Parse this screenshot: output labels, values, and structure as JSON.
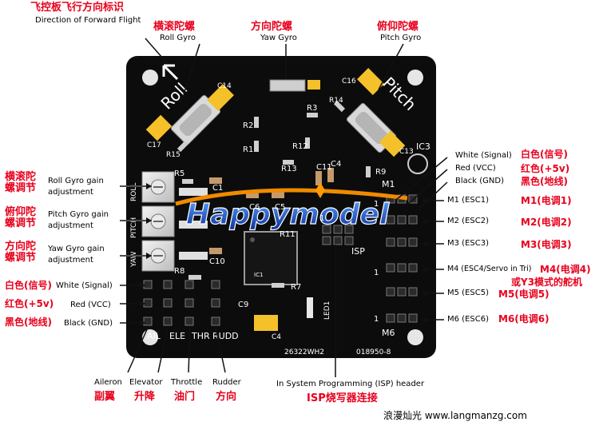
{
  "top": {
    "forward_cn": "飞控板飞行方向标识",
    "forward_en": "Direction of Forward Flight",
    "roll_cn": "横滚陀螺",
    "roll_en": "Roll Gyro",
    "yaw_cn": "方向陀螺",
    "yaw_en": "Yaw Gyro",
    "pitch_cn": "俯仰陀螺",
    "pitch_en": "Pitch Gyro"
  },
  "left": {
    "roll_adj_cn": "横滚陀\n螺调节",
    "roll_adj_en": "Roll Gyro gain\nadjustment",
    "pitch_adj_cn": "俯仰陀\n螺调节",
    "pitch_adj_en": "Pitch Gyro gain\nadjustment",
    "yaw_adj_cn": "方向陀\n螺调节",
    "yaw_adj_en": "Yaw Gyro gain\nadjustment",
    "white_cn": "白色(信号)",
    "white_en": "White (Signal)",
    "red_cn": "红色(+5v)",
    "red_en": "Red (VCC)",
    "black_cn": "黑色(地线)",
    "black_en": "Black (GND)"
  },
  "right": {
    "white_en": "White (Signal)",
    "white_cn": "白色(信号)",
    "red_en": "Red (VCC)",
    "red_cn": "红色(+5v)",
    "black_en": "Black (GND)",
    "black_cn": "黑色(地线)",
    "m1_en": "M1 (ESC1)",
    "m1_cn": "M1(电调1)",
    "m2_en": "M2 (ESC2)",
    "m2_cn": "M2(电调2)",
    "m3_en": "M3 (ESC3)",
    "m3_cn": "M3(电调3)",
    "m4_en": "M4 (ESC4/Servo in Tri)",
    "m4_cn": "M4(电调4)",
    "m4_cn2": "或Y3模式的舵机",
    "m5_en": "M5 (ESC5)",
    "m5_cn": "M5(电调5)",
    "m6_en": "M6 (ESC6)",
    "m6_cn": "M6(电调6)"
  },
  "bottom": {
    "aileron_en": "Aileron",
    "aileron_cn": "副翼",
    "elevator_en": "Elevator",
    "elevator_cn": "升降",
    "throttle_en": "Throttle",
    "throttle_cn": "油门",
    "rudder_en": "Rudder",
    "rudder_cn": "方向",
    "isp_en": "In System Programming (ISP) header",
    "isp_cn": "ISP烧写器连接"
  },
  "board": {
    "brand": "Happymodel",
    "roll_silk": "Roll",
    "pitch_silk": "Pitch",
    "pot_roll": "ROLL",
    "pot_pitch": "PITCH",
    "pot_yaw": "YAW",
    "ail": "AIL",
    "ele": "ELE",
    "thr": "THR",
    "rudd": "RUDD",
    "isp": "ISP",
    "ic3": "IC3",
    "ic1": "IC1",
    "led1": "LED1",
    "m1": "M1",
    "m6": "M6",
    "code1": "26322WH2",
    "code2": "018950-8",
    "c14": "C14",
    "c16": "C16",
    "c17": "C17",
    "c13": "C13",
    "r15": "R15",
    "r14": "R14",
    "r3": "R3",
    "r2": "R2",
    "r1": "R1",
    "r12": "R12",
    "r13": "R13",
    "r9": "R9",
    "r5": "R5",
    "r11": "R11",
    "r7": "R7",
    "r8": "R8",
    "c1": "C1",
    "c6": "C6",
    "c5": "C5",
    "c11": "C11",
    "c4": "C4",
    "c10": "C10",
    "c9": "C9",
    "c4b": "C4",
    "one": "1"
  },
  "watermark": "浪漫灿光 www.langmanzg.com"
}
